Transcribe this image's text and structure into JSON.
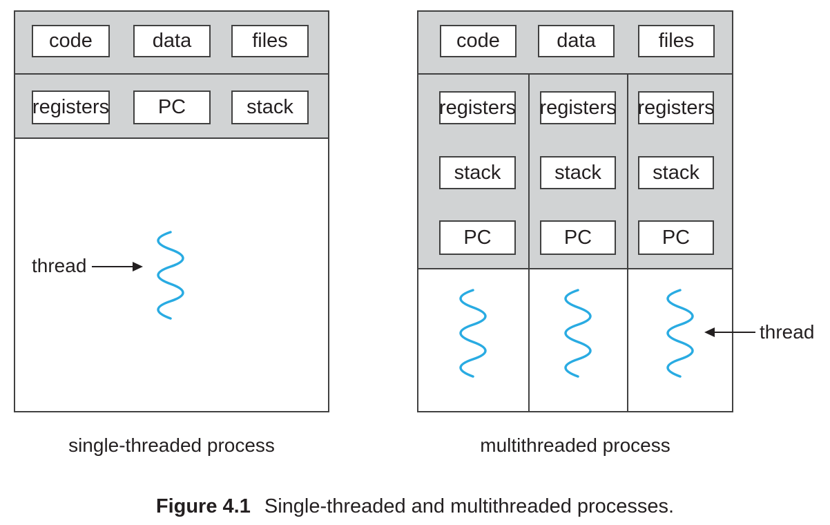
{
  "figure": {
    "label": "Figure 4.1",
    "caption": "Single-threaded and multithreaded processes."
  },
  "colors": {
    "block_fill": "#d1d3d4",
    "border": "#404040",
    "thread_squiggle": "#29abe2",
    "text": "#231f20"
  },
  "single": {
    "caption": "single-threaded process",
    "thread_label": "thread",
    "resources": [
      "code",
      "data",
      "files"
    ],
    "context": [
      "registers",
      "PC",
      "stack"
    ]
  },
  "multi": {
    "caption": "multithreaded process",
    "thread_label": "thread",
    "resources": [
      "code",
      "data",
      "files"
    ],
    "columns": [
      {
        "registers": "registers",
        "stack": "stack",
        "pc": "PC"
      },
      {
        "registers": "registers",
        "stack": "stack",
        "pc": "PC"
      },
      {
        "registers": "registers",
        "stack": "stack",
        "pc": "PC"
      }
    ]
  }
}
